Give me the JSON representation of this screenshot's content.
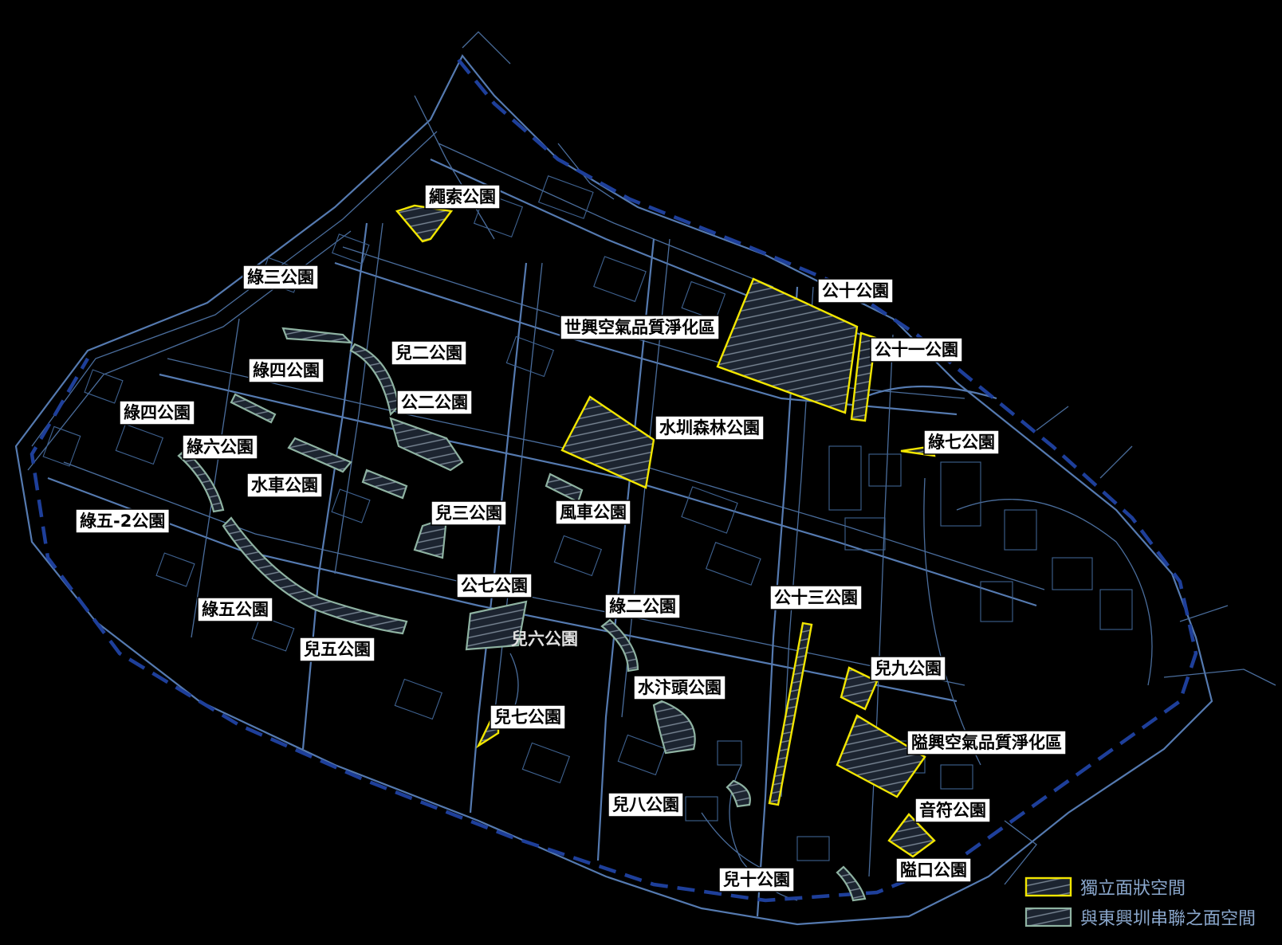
{
  "colors": {
    "background": "#000000",
    "road": "#4a6d9c",
    "boundary": "#1e3f9a",
    "independent_space": "#f2e600",
    "connected_space": "#8fb3a2"
  },
  "labels": [
    {
      "text": "繩索公園",
      "type": "independent"
    },
    {
      "text": "綠三公園",
      "type": "connected"
    },
    {
      "text": "公十公園",
      "type": "independent"
    },
    {
      "text": "世興空氣品質淨化區",
      "type": "independent"
    },
    {
      "text": "公十一公園",
      "type": "independent"
    },
    {
      "text": "兒二公園",
      "type": "connected"
    },
    {
      "text": "綠四公園",
      "type": "connected"
    },
    {
      "text": "綠四公園",
      "type": "connected"
    },
    {
      "text": "公二公園",
      "type": "connected"
    },
    {
      "text": "水圳森林公園",
      "type": "independent"
    },
    {
      "text": "綠七公園",
      "type": "independent"
    },
    {
      "text": "綠六公園",
      "type": "connected"
    },
    {
      "text": "水車公園",
      "type": "connected"
    },
    {
      "text": "兒三公園",
      "type": "connected"
    },
    {
      "text": "風車公園",
      "type": "connected"
    },
    {
      "text": "綠五-2公園",
      "type": "connected"
    },
    {
      "text": "公七公園",
      "type": "connected"
    },
    {
      "text": "公十三公園",
      "type": "independent"
    },
    {
      "text": "綠二公園",
      "type": "connected"
    },
    {
      "text": "綠五公園",
      "type": "connected"
    },
    {
      "text": "兒五公園",
      "type": "connected"
    },
    {
      "text": "兒六公園",
      "type": "connected"
    },
    {
      "text": "兒九公園",
      "type": "independent"
    },
    {
      "text": "水汴頭公園",
      "type": "connected"
    },
    {
      "text": "兒七公園",
      "type": "independent"
    },
    {
      "text": "隘興空氣品質淨化區",
      "type": "independent"
    },
    {
      "text": "兒八公園",
      "type": "connected"
    },
    {
      "text": "音符公園",
      "type": "independent"
    },
    {
      "text": "隘口公園",
      "type": "independent"
    },
    {
      "text": "兒十公園",
      "type": "connected"
    }
  ],
  "legend": {
    "independent": "獨立面狀空間",
    "connected": "與東興圳串聯之面空間"
  }
}
